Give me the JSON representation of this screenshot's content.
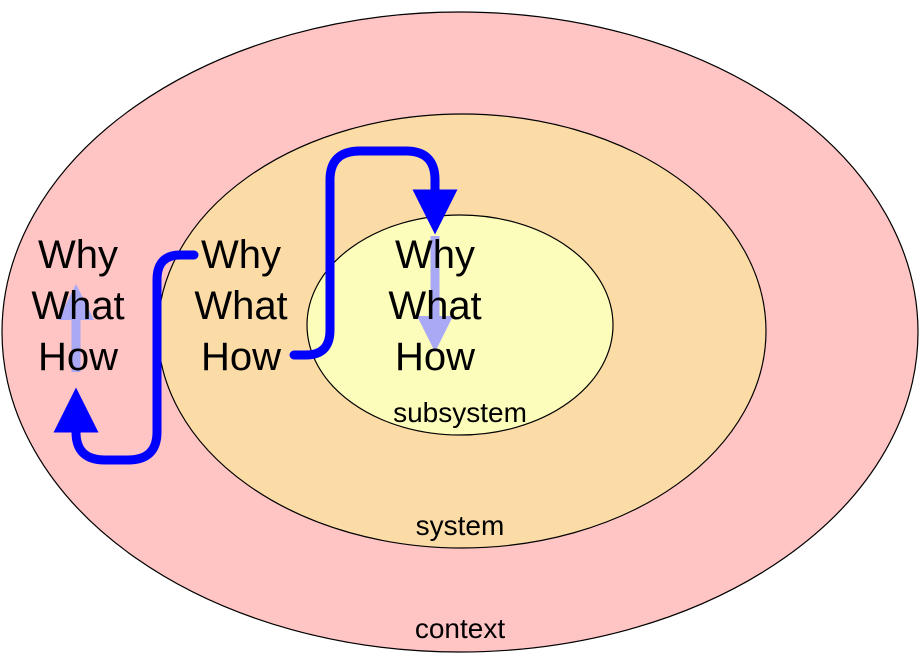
{
  "colors": {
    "context_fill": "#ffc4c4",
    "system_fill": "#fcdca6",
    "subsystem_fill": "#fdfdbb",
    "outline": "#000000",
    "main_arrow": "#0000ff",
    "faint_arrow": "#a9a9f5"
  },
  "regions": {
    "context_label": "context",
    "system_label": "system",
    "subsystem_label": "subsystem"
  },
  "stacks": {
    "context": {
      "why": "Why",
      "what": "What",
      "how": "How"
    },
    "system": {
      "why": "Why",
      "what": "What",
      "how": "How"
    },
    "subsystem": {
      "why": "Why",
      "what": "What",
      "how": "How"
    }
  }
}
